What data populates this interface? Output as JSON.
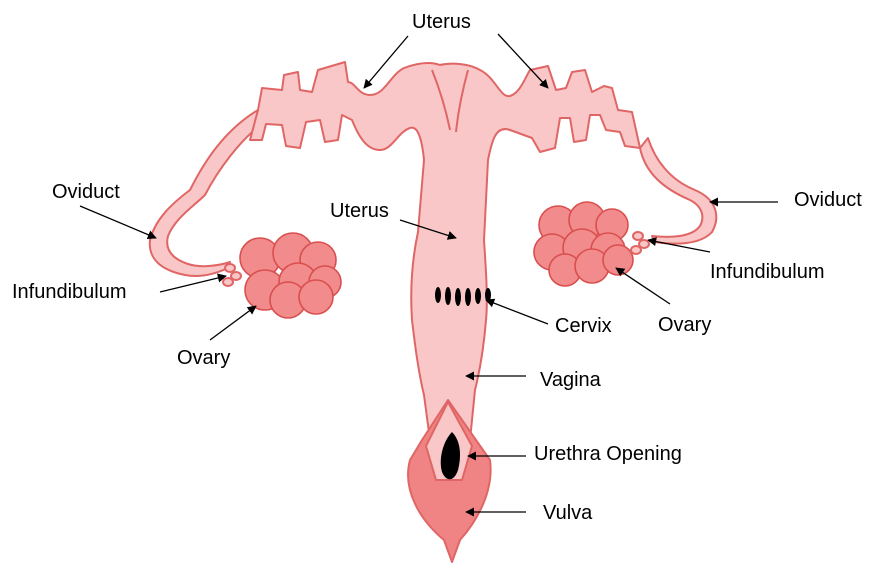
{
  "colors": {
    "tissue_fill": "#f9c7c7",
    "tissue_stroke": "#e06666",
    "ovary_fill": "#f28b8b",
    "ovary_stroke": "#d94f4f",
    "vulva_fill": "#f08383",
    "dark_feature": "#000000"
  },
  "labels": {
    "uterus_top": "Uterus",
    "uterus_middle": "Uterus",
    "oviduct_left": "Oviduct",
    "oviduct_right": "Oviduct",
    "infundibulum_left": "Infundibulum",
    "infundibulum_right": "Infundibulum",
    "ovary_left": "Ovary",
    "ovary_right": "Ovary",
    "cervix": "Cervix",
    "vagina": "Vagina",
    "urethra_opening": "Urethra Opening",
    "vulva": "Vulva"
  }
}
